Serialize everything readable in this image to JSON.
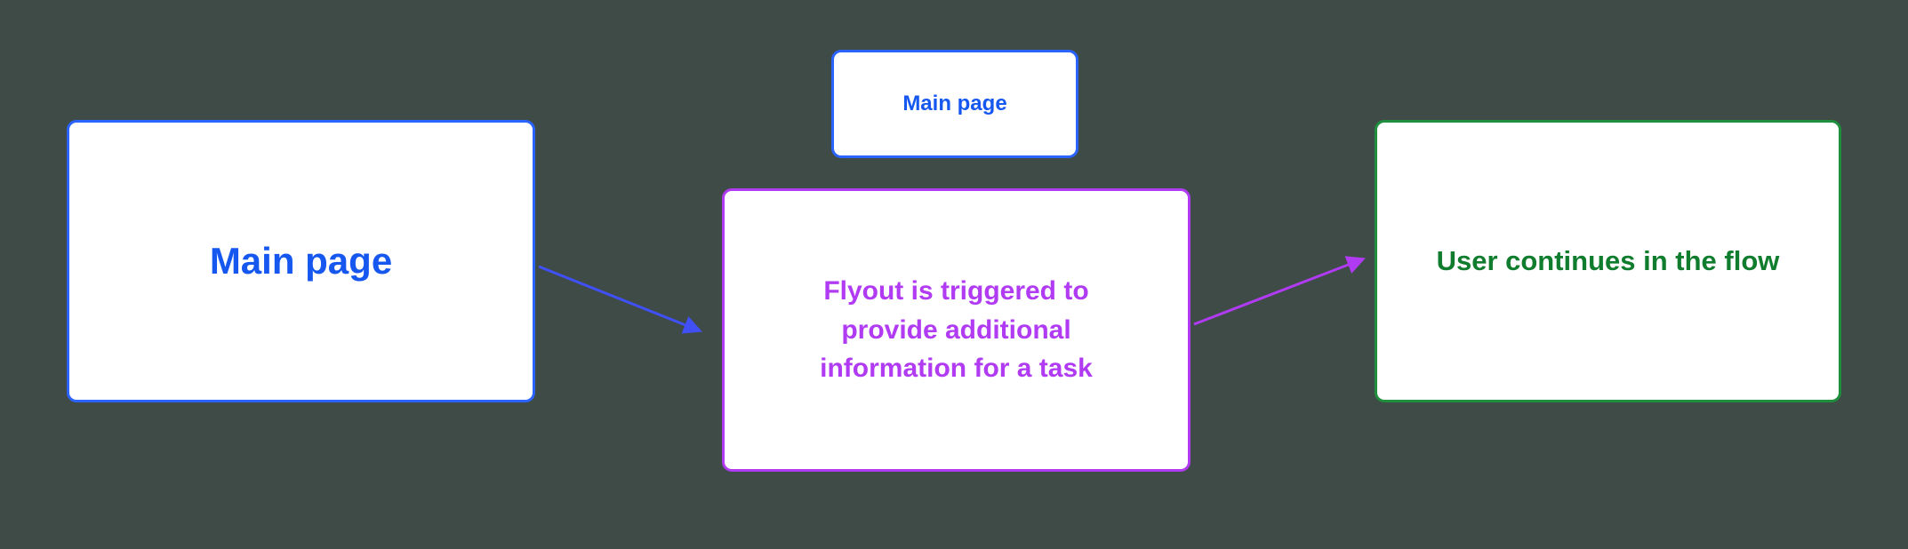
{
  "canvas": {
    "background_color": "#3e4b47"
  },
  "nodes": {
    "main_page_left": {
      "label": "Main page",
      "text_color": "#1658ef",
      "border_color": "#2a63ff",
      "fill_color": "#ffffff"
    },
    "main_page_small": {
      "label": "Main page",
      "text_color": "#1658ef",
      "border_color": "#2a63ff",
      "fill_color": "#ffffff"
    },
    "flyout": {
      "label": "Flyout is triggered to provide additional information for a task",
      "text_color": "#b13bf2",
      "border_color": "#b13bf2",
      "fill_color": "#ffffff"
    },
    "user_continues": {
      "label": "User continues in the flow",
      "text_color": "#107d2e",
      "border_color": "#1f8f3d",
      "fill_color": "#ffffff"
    }
  },
  "connectors": {
    "main_to_flyout": {
      "from": "main_page_left",
      "to": "flyout",
      "color": "#4150f5"
    },
    "flyout_to_continue": {
      "from": "flyout",
      "to": "user_continues",
      "color": "#b13bf2"
    }
  }
}
